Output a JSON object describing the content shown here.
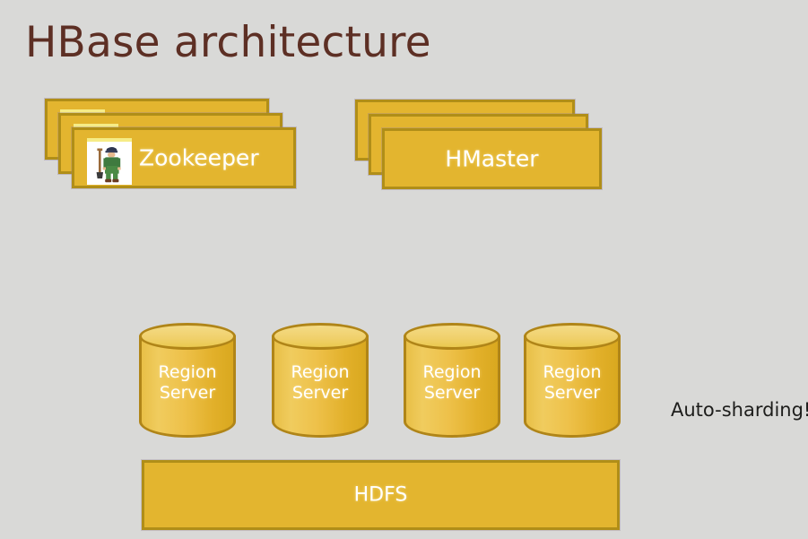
{
  "slide": {
    "title": "HBase architecture",
    "background_color": "#d9d9d7",
    "title_color": "#5d2f24",
    "accent_color": "#e3b52f",
    "accent_border_color": "#b08e18"
  },
  "components": {
    "zookeeper": {
      "label": "Zookeeper",
      "icon": "zookeeper-person-icon",
      "instances": 3
    },
    "hmaster": {
      "label": "HMaster",
      "instances": 3
    },
    "region_servers": {
      "label_line1": "Region",
      "label_line2": "Server",
      "items": [
        {
          "line1": "Region",
          "line2": "Server"
        },
        {
          "line1": "Region",
          "line2": "Server"
        },
        {
          "line1": "Region",
          "line2": "Server"
        },
        {
          "line1": "Region",
          "line2": "Server"
        }
      ]
    },
    "hdfs": {
      "label": "HDFS"
    }
  },
  "annotations": {
    "auto_sharding": "Auto-sharding!"
  }
}
